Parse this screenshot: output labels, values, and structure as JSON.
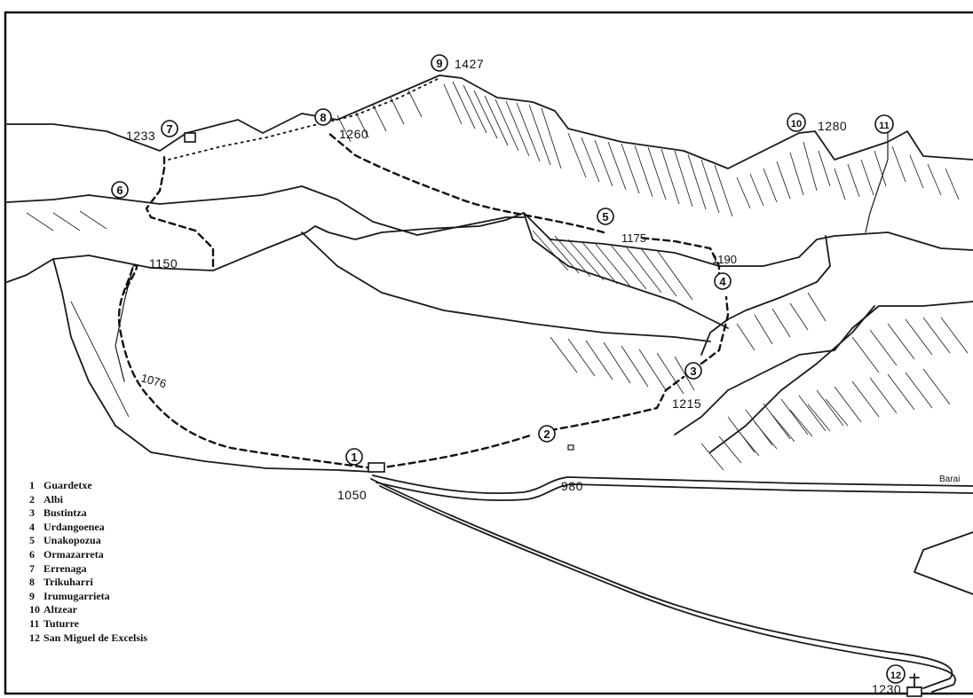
{
  "legend": [
    {
      "num": "1",
      "name": "Guardetxe"
    },
    {
      "num": "2",
      "name": "Albi"
    },
    {
      "num": "3",
      "name": "Bustintza"
    },
    {
      "num": "4",
      "name": "Urdangoenea"
    },
    {
      "num": "5",
      "name": "Unakopozua"
    },
    {
      "num": "6",
      "name": "Ormazarreta"
    },
    {
      "num": "7",
      "name": "Errenaga"
    },
    {
      "num": "8",
      "name": "Trikuharri"
    },
    {
      "num": "9",
      "name": "Irumugarrieta"
    },
    {
      "num": "10",
      "name": "Altzear"
    },
    {
      "num": "11",
      "name": "Tuturre"
    },
    {
      "num": "12",
      "name": "San Miguel de Excelsis"
    }
  ],
  "markers": [
    "1",
    "2",
    "3",
    "4",
    "5",
    "6",
    "7",
    "8",
    "9",
    "10",
    "11",
    "12"
  ],
  "elevations": {
    "e1427": "1427",
    "e1233": "1233",
    "e1260": "1260",
    "e1280": "1280",
    "e1175": "1175",
    "e1190": "1190",
    "e1150": "1150",
    "e1076": "1076",
    "e1215": "1215",
    "e1050": "1050",
    "e980": "980",
    "e1230": "1230"
  },
  "road_label": "Barai"
}
